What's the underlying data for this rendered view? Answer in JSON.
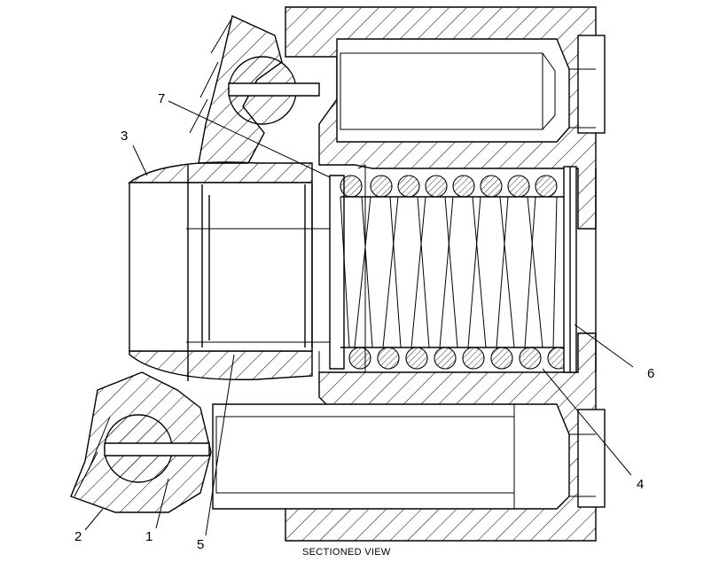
{
  "caption": "SECTIONED VIEW",
  "callouts": [
    {
      "id": "1",
      "label": "1"
    },
    {
      "id": "2",
      "label": "2"
    },
    {
      "id": "3",
      "label": "3"
    },
    {
      "id": "4",
      "label": "4"
    },
    {
      "id": "5",
      "label": "5"
    },
    {
      "id": "6",
      "label": "6"
    },
    {
      "id": "7",
      "label": "7"
    }
  ]
}
